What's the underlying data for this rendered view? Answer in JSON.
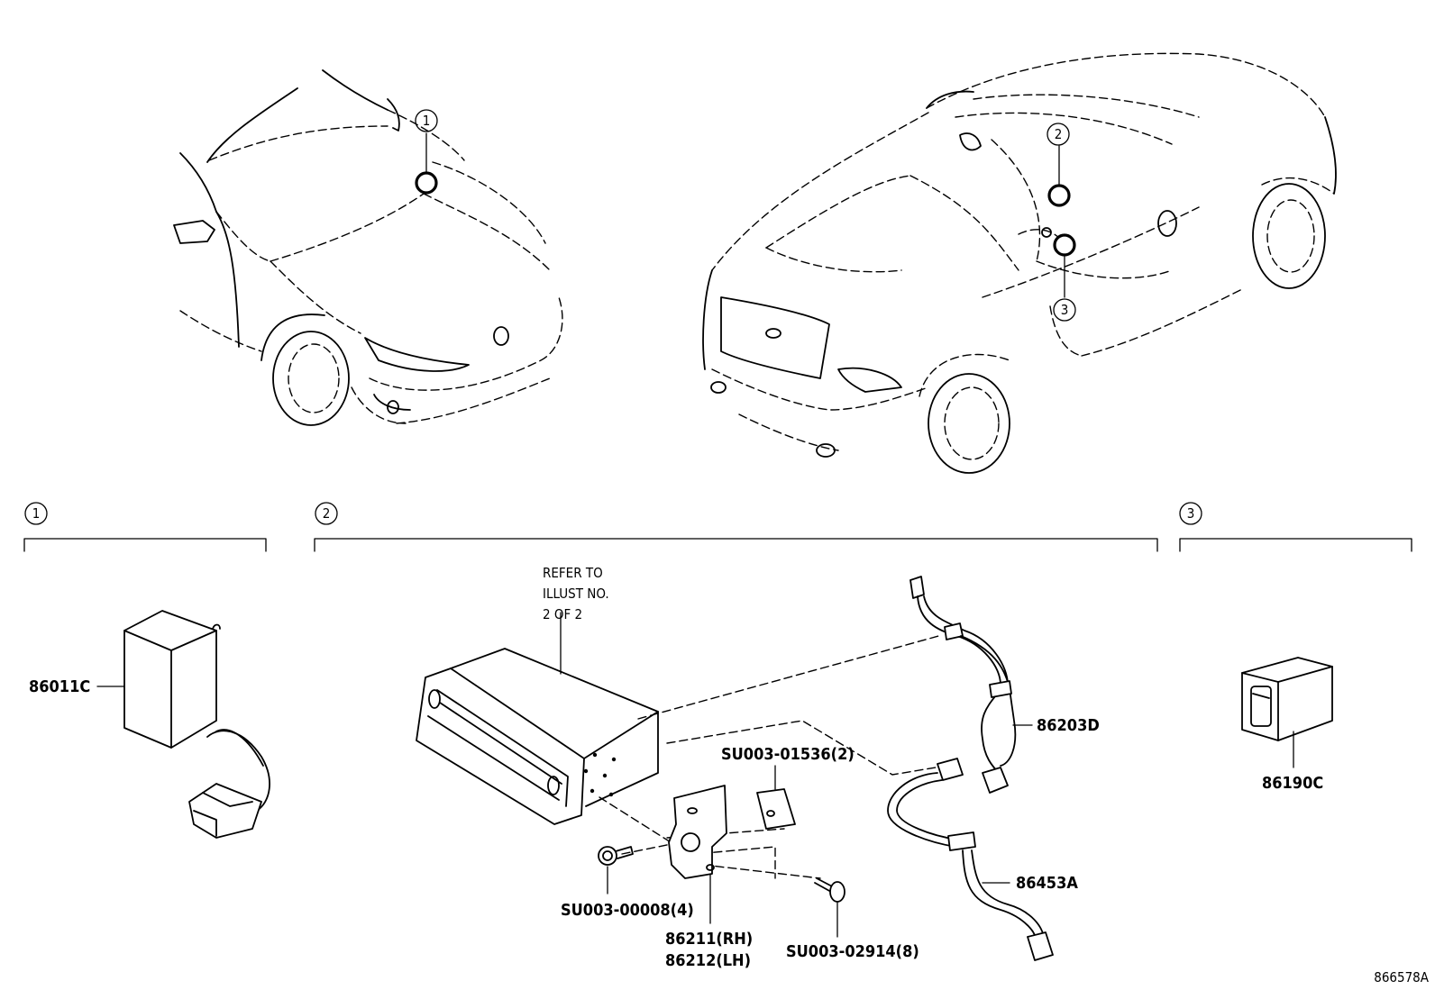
{
  "callouts": [
    "1",
    "2",
    "3"
  ],
  "section_labels": [
    "1",
    "2",
    "3"
  ],
  "parts": {
    "p86011C": "86011C",
    "p86190C": "86190C",
    "p86203D": "86203D",
    "p86453A": "86453A",
    "p86211": "86211(RH)",
    "p86212": "86212(LH)",
    "su01536": "SU003-01536(2)",
    "su00008": "SU003-00008(4)",
    "su02914": "SU003-02914(8)"
  },
  "refer_note": [
    "REFER TO",
    "ILLUST NO.",
    "2 OF 2"
  ],
  "illustration_id": "866578A"
}
